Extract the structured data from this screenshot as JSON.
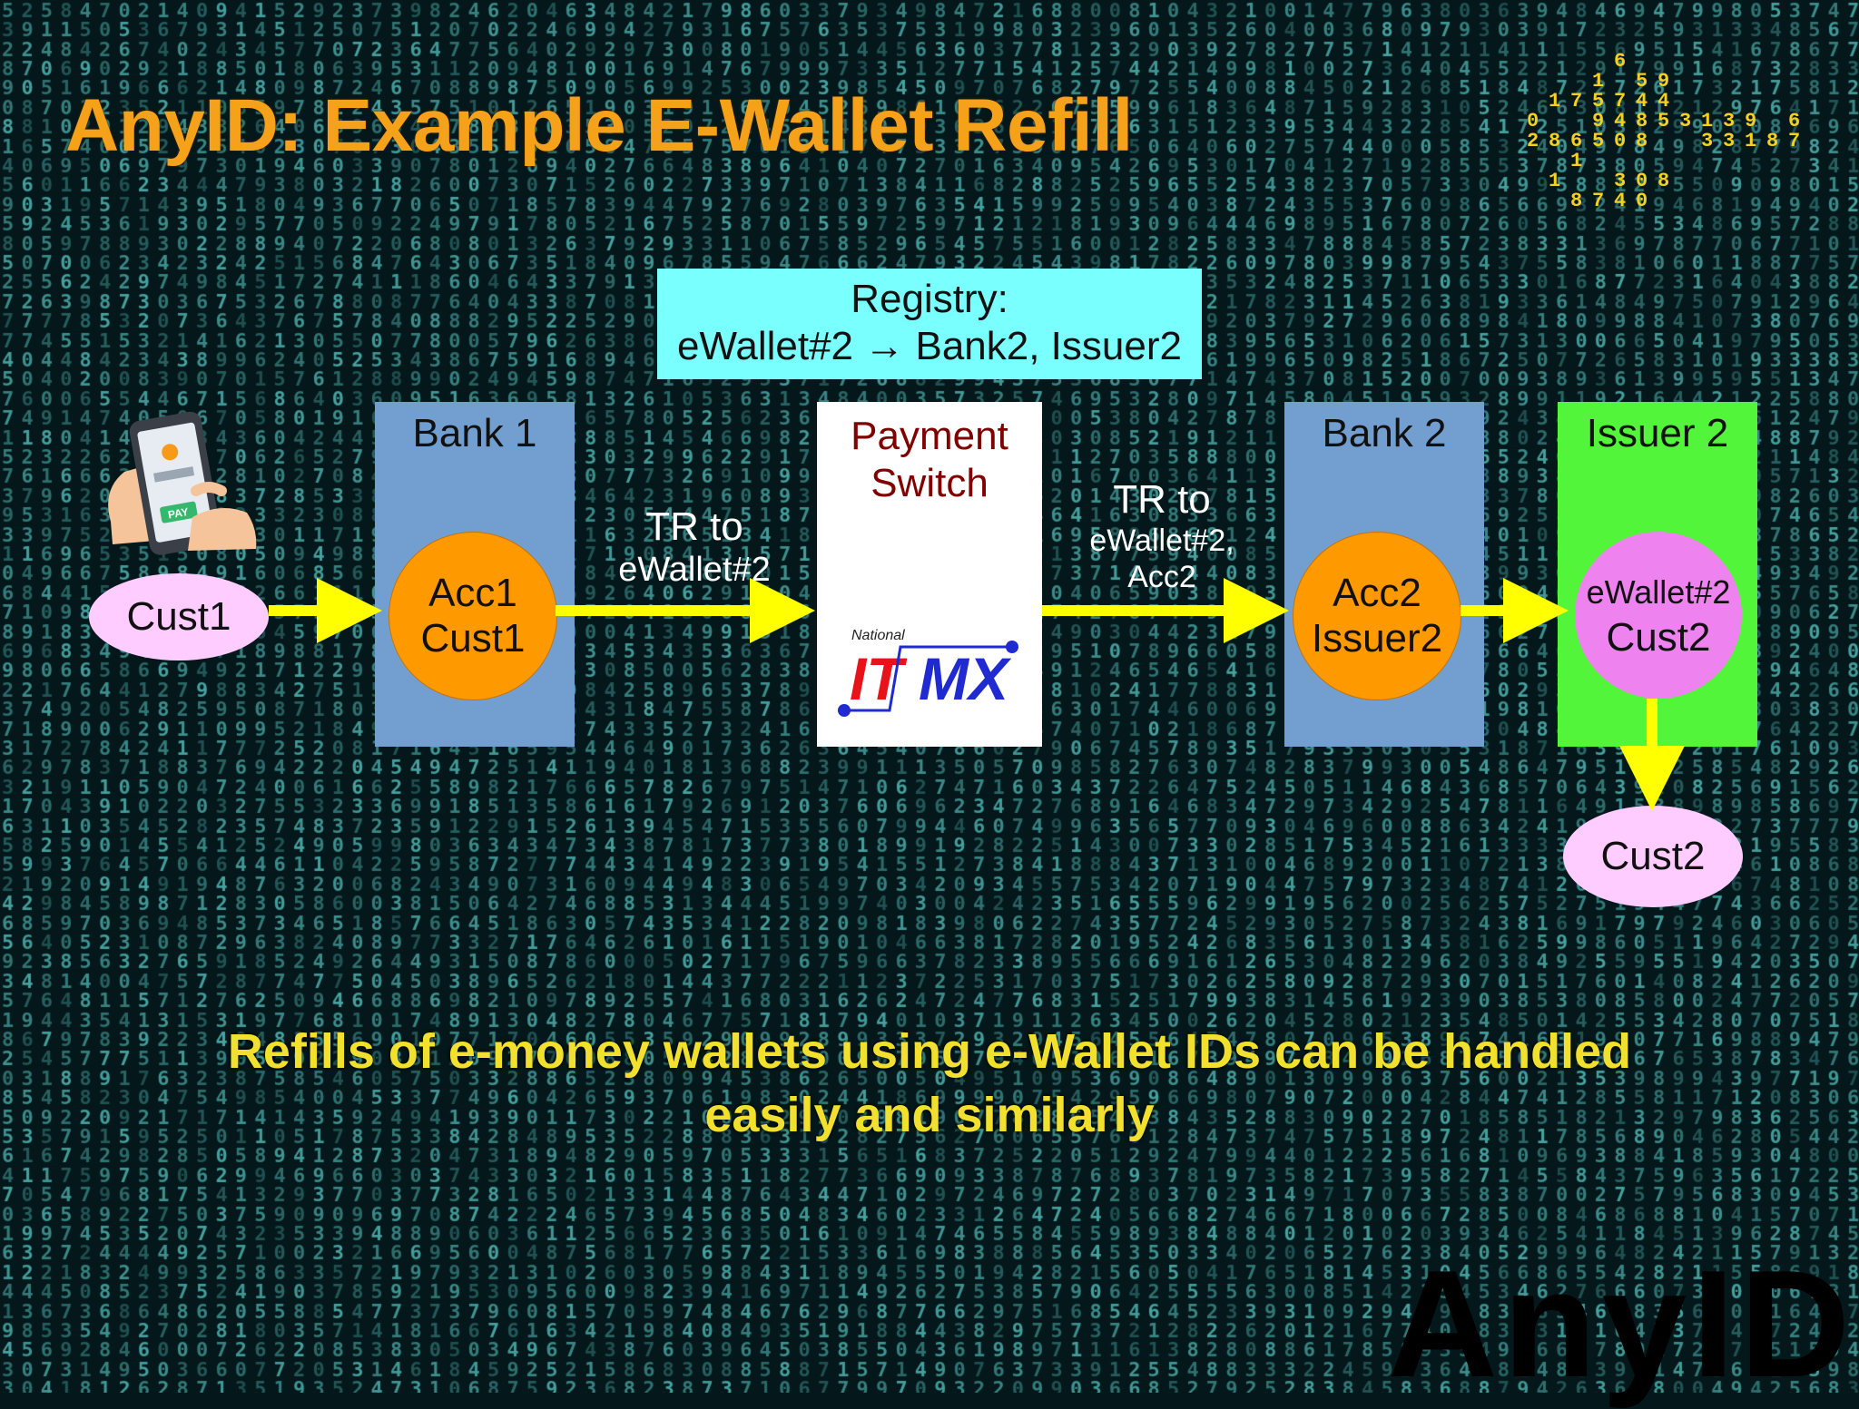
{
  "title": "AnyID: Example E-Wallet Refill",
  "registry": {
    "line1": "Registry:",
    "line2": "eWallet#2 → Bank2, Issuer2"
  },
  "bank1": {
    "label": "Bank 1",
    "account_line1": "Acc1",
    "account_line2": "Cust1"
  },
  "switch": {
    "label_line1": "Payment",
    "label_line2": "Switch",
    "logo_small": "National",
    "logo_it": "IT",
    "logo_mx": "MX"
  },
  "bank2": {
    "label": "Bank 2",
    "account_line1": "Acc2",
    "account_line2": "Issuer2"
  },
  "issuer2": {
    "label": "Issuer 2",
    "wallet_line1": "eWallet#2",
    "wallet_line2": "Cust2"
  },
  "cust1": "Cust1",
  "cust2": "Cust2",
  "phone_pay_label": "PAY",
  "arrow1": {
    "line1": "TR to",
    "line2": "eWallet#2"
  },
  "arrow2": {
    "line1": "TR to",
    "line2": "eWallet#2,",
    "line3": "Acc2"
  },
  "caption": {
    "line1": "Refills of e-money wallets using e-Wallet IDs can be handled",
    "line2": "easily and similarly"
  },
  "watermark": "AnyID",
  "colors": {
    "title": "#f5a21a",
    "registry": "#79fffe",
    "bank": "#729fcf",
    "issuer": "#53f53a",
    "account": "#ff9900",
    "wallet": "#ee82ee",
    "customer": "#ffccff",
    "arrow": "#ffff00",
    "caption": "#f2e02e",
    "matrix_digits": "#4fb3b0"
  }
}
